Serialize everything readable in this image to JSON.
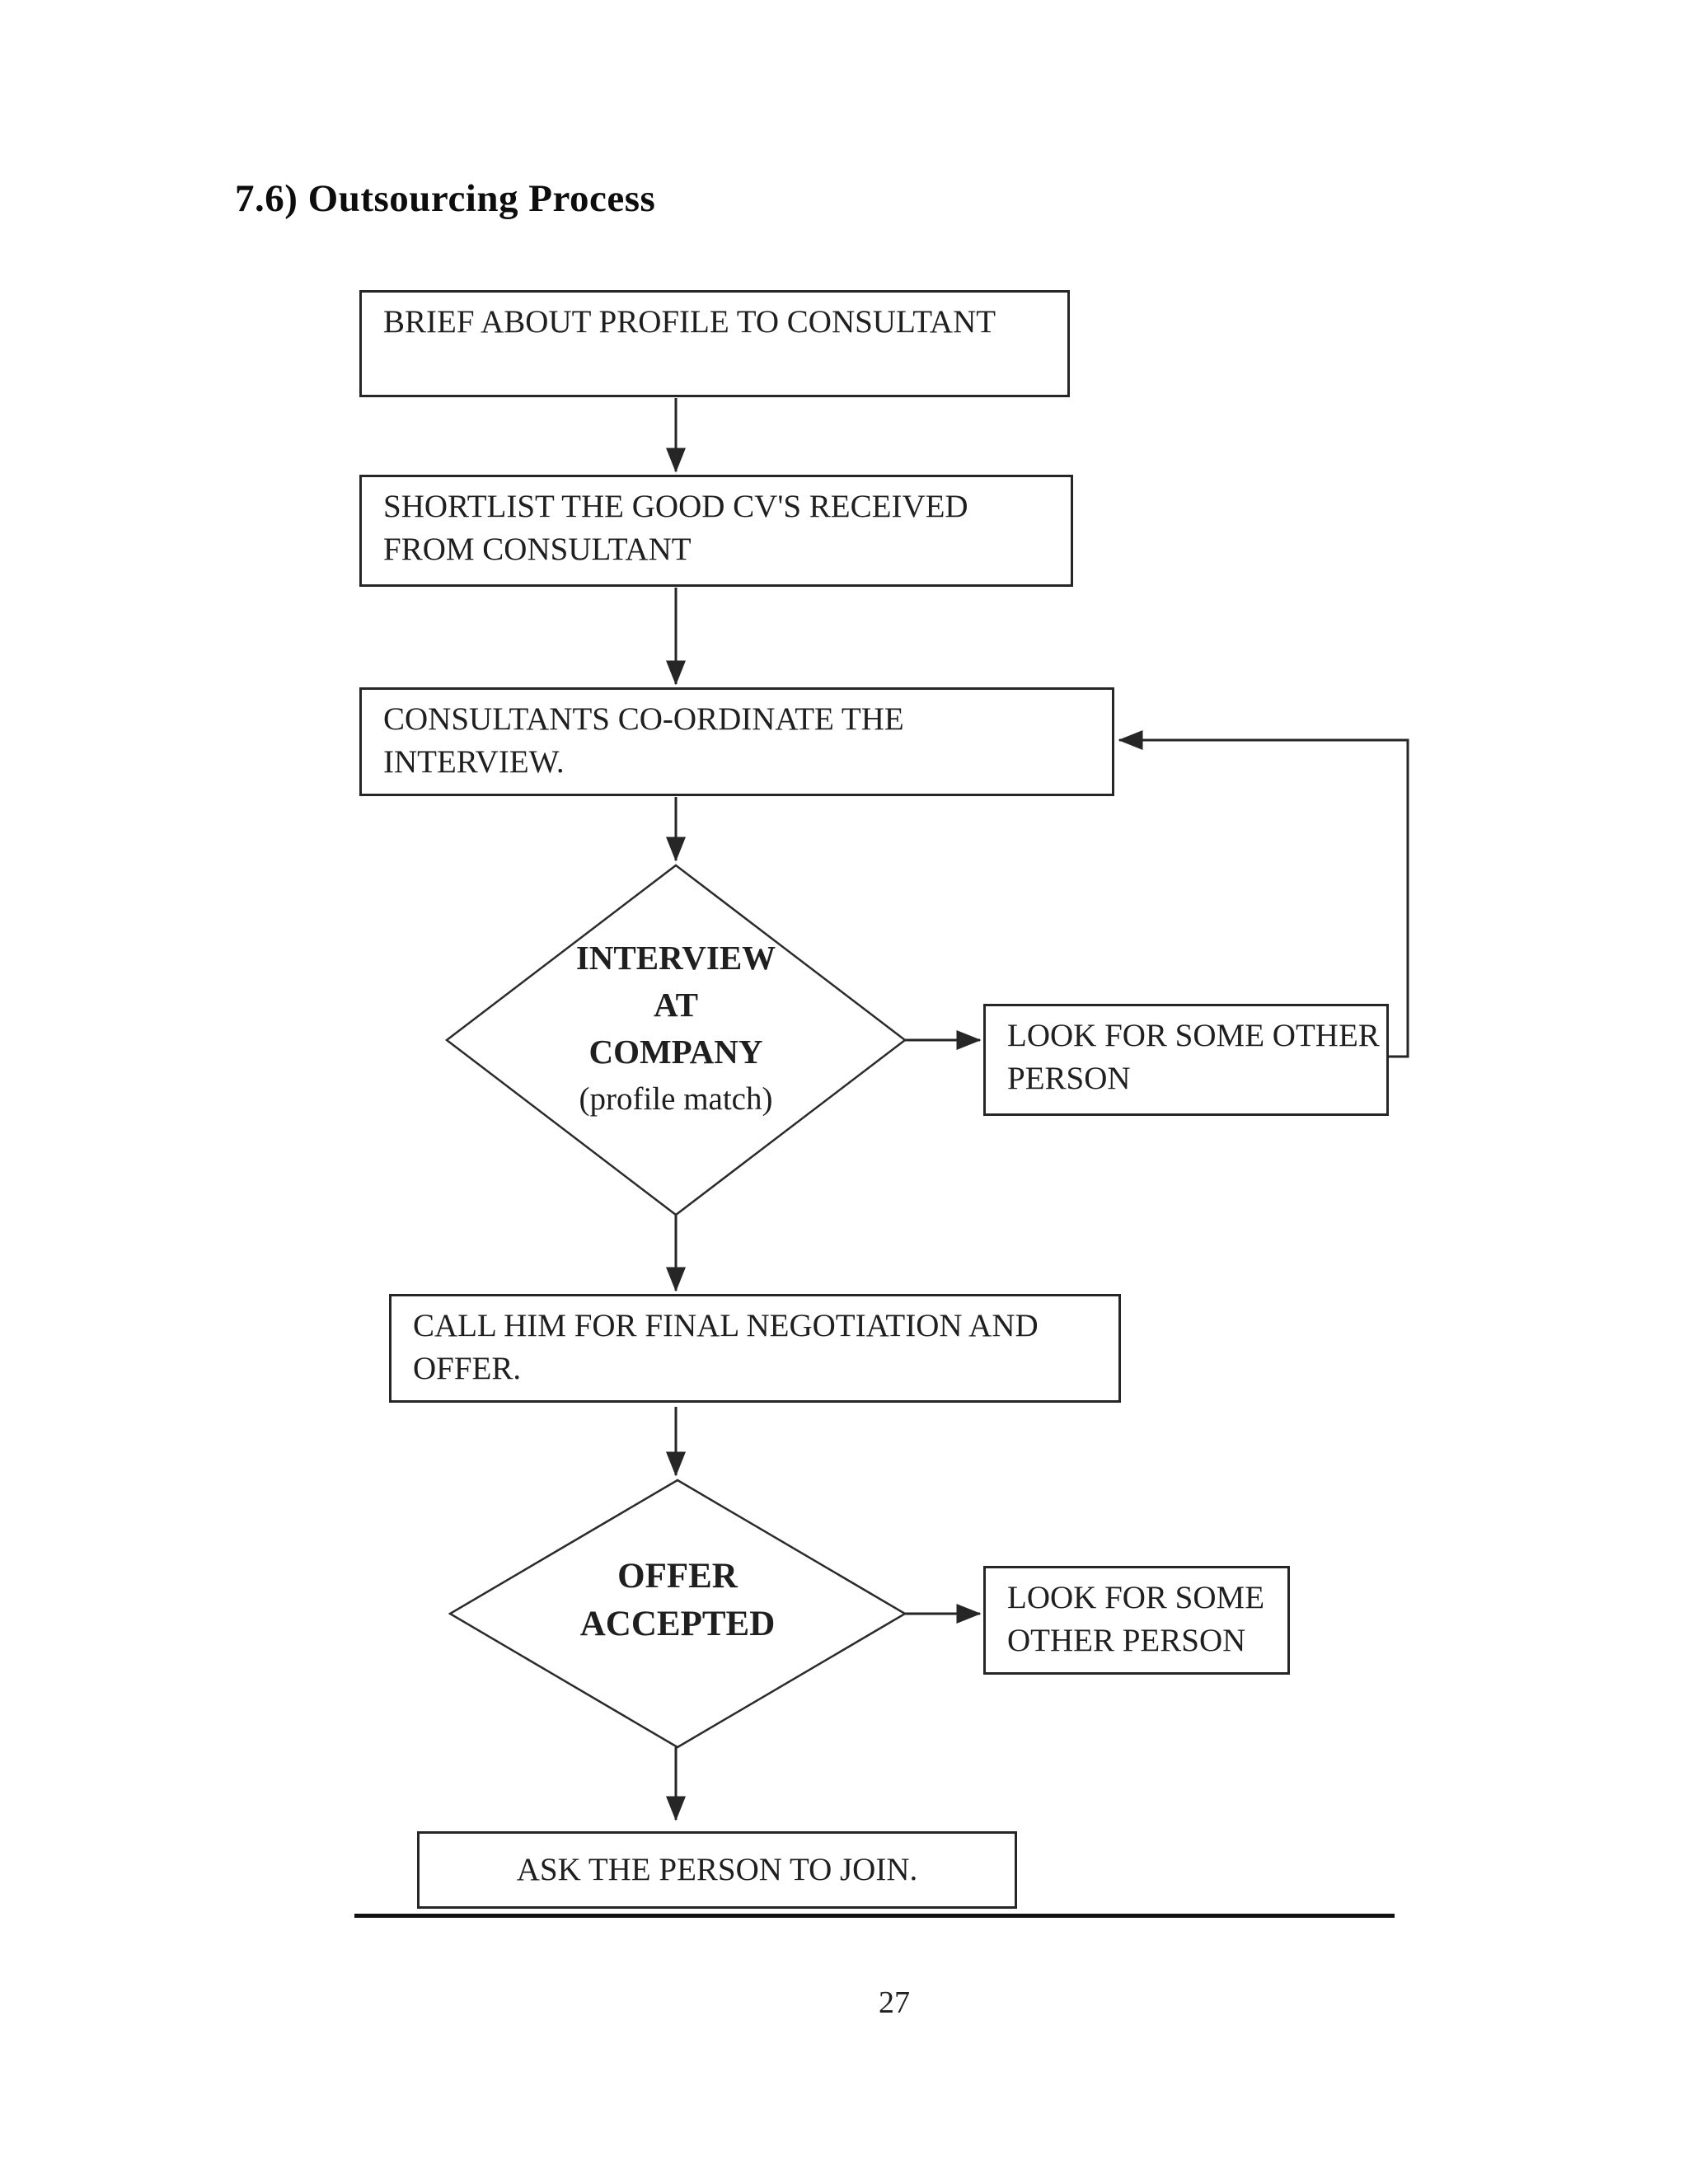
{
  "page": {
    "title": "7.6) Outsourcing Process",
    "page_number": "27"
  },
  "flowchart": {
    "brief": {
      "line1": "BRIEF ABOUT PROFILE TO CONSULTANT"
    },
    "shortlist": {
      "line1": "SHORTLIST THE GOOD CV'S RECEIVED",
      "line2": "FROM CONSULTANT"
    },
    "coordinate": {
      "line1": "CONSULTANTS CO-ORDINATE THE",
      "line2": "INTERVIEW."
    },
    "interview_decision": {
      "line1": "INTERVIEW",
      "line2": "AT",
      "line3": "COMPANY",
      "line4": "(profile match)"
    },
    "look_other_1": {
      "line1": "LOOK FOR SOME OTHER",
      "line2": "PERSON"
    },
    "call_offer": {
      "line1": "CALL HIM FOR FINAL NEGOTIATION AND",
      "line2": "OFFER."
    },
    "offer_decision": {
      "line1": "OFFER",
      "line2": "ACCEPTED"
    },
    "look_other_2": {
      "line1": "LOOK FOR SOME",
      "line2": "OTHER PERSON"
    },
    "ask_join": {
      "line1": "ASK THE PERSON TO JOIN."
    }
  },
  "colors": {
    "ink": "#1f1f1f",
    "line": "#262626",
    "paper": "#ffffff"
  }
}
